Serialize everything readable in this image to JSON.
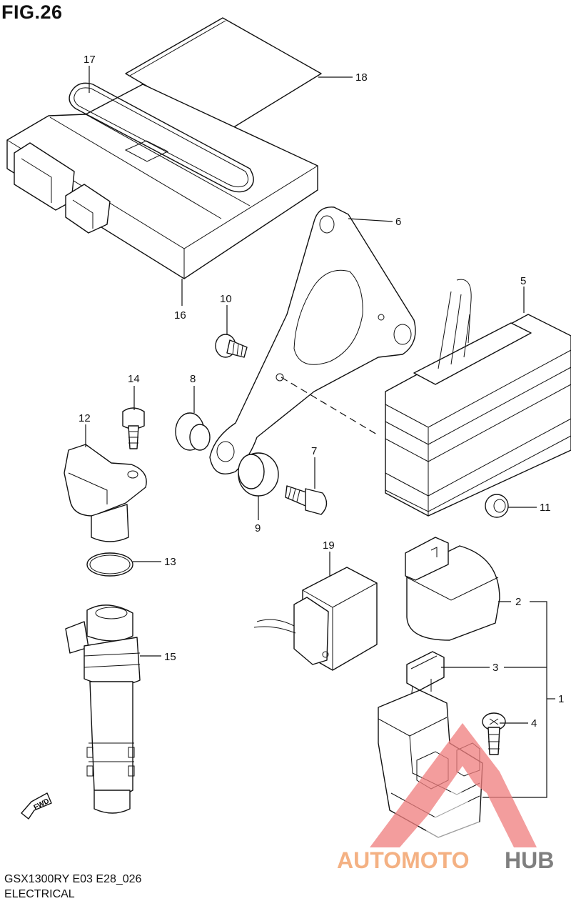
{
  "figure": {
    "title": "FIG.26"
  },
  "footer": {
    "model_code": "GSX1300RY E03 E28_026",
    "section_name": "ELECTRICAL"
  },
  "callouts": [
    "1",
    "2",
    "3",
    "4",
    "5",
    "6",
    "7",
    "8",
    "9",
    "10",
    "11",
    "12",
    "13",
    "14",
    "15",
    "16",
    "17",
    "18",
    "19"
  ],
  "direction_arrow": {
    "label": "FWD"
  },
  "watermark": {
    "word_a": "AUTOMOTO",
    "word_b": "HUB",
    "color_a": "#f4b183",
    "color_b": "#7f7f7f",
    "logo_color": "#f08080"
  }
}
